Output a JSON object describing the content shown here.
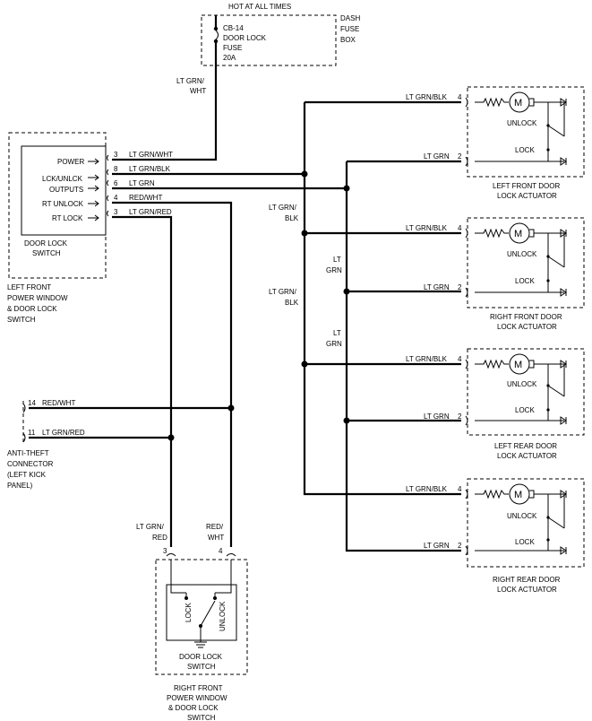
{
  "title": "HOT AT ALL TIMES",
  "fuse_box": {
    "fuse_lines": [
      "CB-14",
      "DOOR LOCK",
      "FUSE",
      "20A"
    ],
    "box_lines": [
      "DASH",
      "FUSE",
      "BOX"
    ]
  },
  "fuse_wire_label": [
    "LT GRN/",
    "WHT"
  ],
  "left_switch": {
    "terminals": [
      "POWER",
      "LCK/UNLCK",
      "OUTPUTS",
      "RT UNLOCK",
      "RT LOCK"
    ],
    "pins": [
      "3",
      "8",
      "6",
      "4",
      "3"
    ],
    "wires": [
      "LT GRN/WHT",
      "LT GRN/BLK",
      "LT GRN",
      "RED/WHT",
      "LT GRN/RED"
    ],
    "name": [
      "DOOR LOCK",
      "SWITCH"
    ],
    "caption": [
      "LEFT FRONT",
      "POWER WINDOW",
      "& DOOR LOCK",
      "SWITCH"
    ]
  },
  "bus_labels": {
    "blk1": [
      "LT GRN/",
      "BLK"
    ],
    "grn1": [
      "LT",
      "GRN"
    ],
    "blk2": [
      "LT GRN/",
      "BLK"
    ],
    "grn2": [
      "LT",
      "GRN"
    ]
  },
  "actuators": [
    {
      "wire_top": "LT GRN/BLK",
      "pin_top": "4",
      "wire_bottom": "LT GRN",
      "pin_bottom": "2",
      "motor": "M",
      "unlock": "UNLOCK",
      "lock": "LOCK",
      "caption": [
        "LEFT FRONT DOOR",
        "LOCK ACTUATOR"
      ]
    },
    {
      "wire_top": "LT GRN/BLK",
      "pin_top": "4",
      "wire_bottom": "LT GRN",
      "pin_bottom": "2",
      "motor": "M",
      "unlock": "UNLOCK",
      "lock": "LOCK",
      "caption": [
        "RIGHT FRONT DOOR",
        "LOCK ACTUATOR"
      ]
    },
    {
      "wire_top": "LT GRN/BLK",
      "pin_top": "4",
      "wire_bottom": "LT GRN",
      "pin_bottom": "2",
      "motor": "M",
      "unlock": "UNLOCK",
      "lock": "LOCK",
      "caption": [
        "LEFT REAR DOOR",
        "LOCK ACTUATOR"
      ]
    },
    {
      "wire_top": "LT GRN/BLK",
      "pin_top": "4",
      "wire_bottom": "LT GRN",
      "pin_bottom": "2",
      "motor": "M",
      "unlock": "UNLOCK",
      "lock": "LOCK",
      "caption": [
        "RIGHT REAR DOOR",
        "LOCK ACTUATOR"
      ]
    }
  ],
  "anti_theft": {
    "pins": [
      "14",
      "11"
    ],
    "wires": [
      "RED/WHT",
      "LT GRN/RED"
    ],
    "caption": [
      "ANTI-THEFT",
      "CONNECTOR",
      "(LEFT KICK",
      "PANEL)"
    ]
  },
  "right_switch": {
    "wire_left": [
      "LT GRN/",
      "RED"
    ],
    "wire_right": [
      "RED/",
      "WHT"
    ],
    "pin_left": "3",
    "pin_right": "4",
    "lock": "LOCK",
    "unlock": "UNLOCK",
    "name": [
      "DOOR LOCK",
      "SWITCH"
    ],
    "caption": [
      "RIGHT FRONT",
      "POWER WINDOW",
      "& DOOR LOCK",
      "SWITCH"
    ]
  }
}
